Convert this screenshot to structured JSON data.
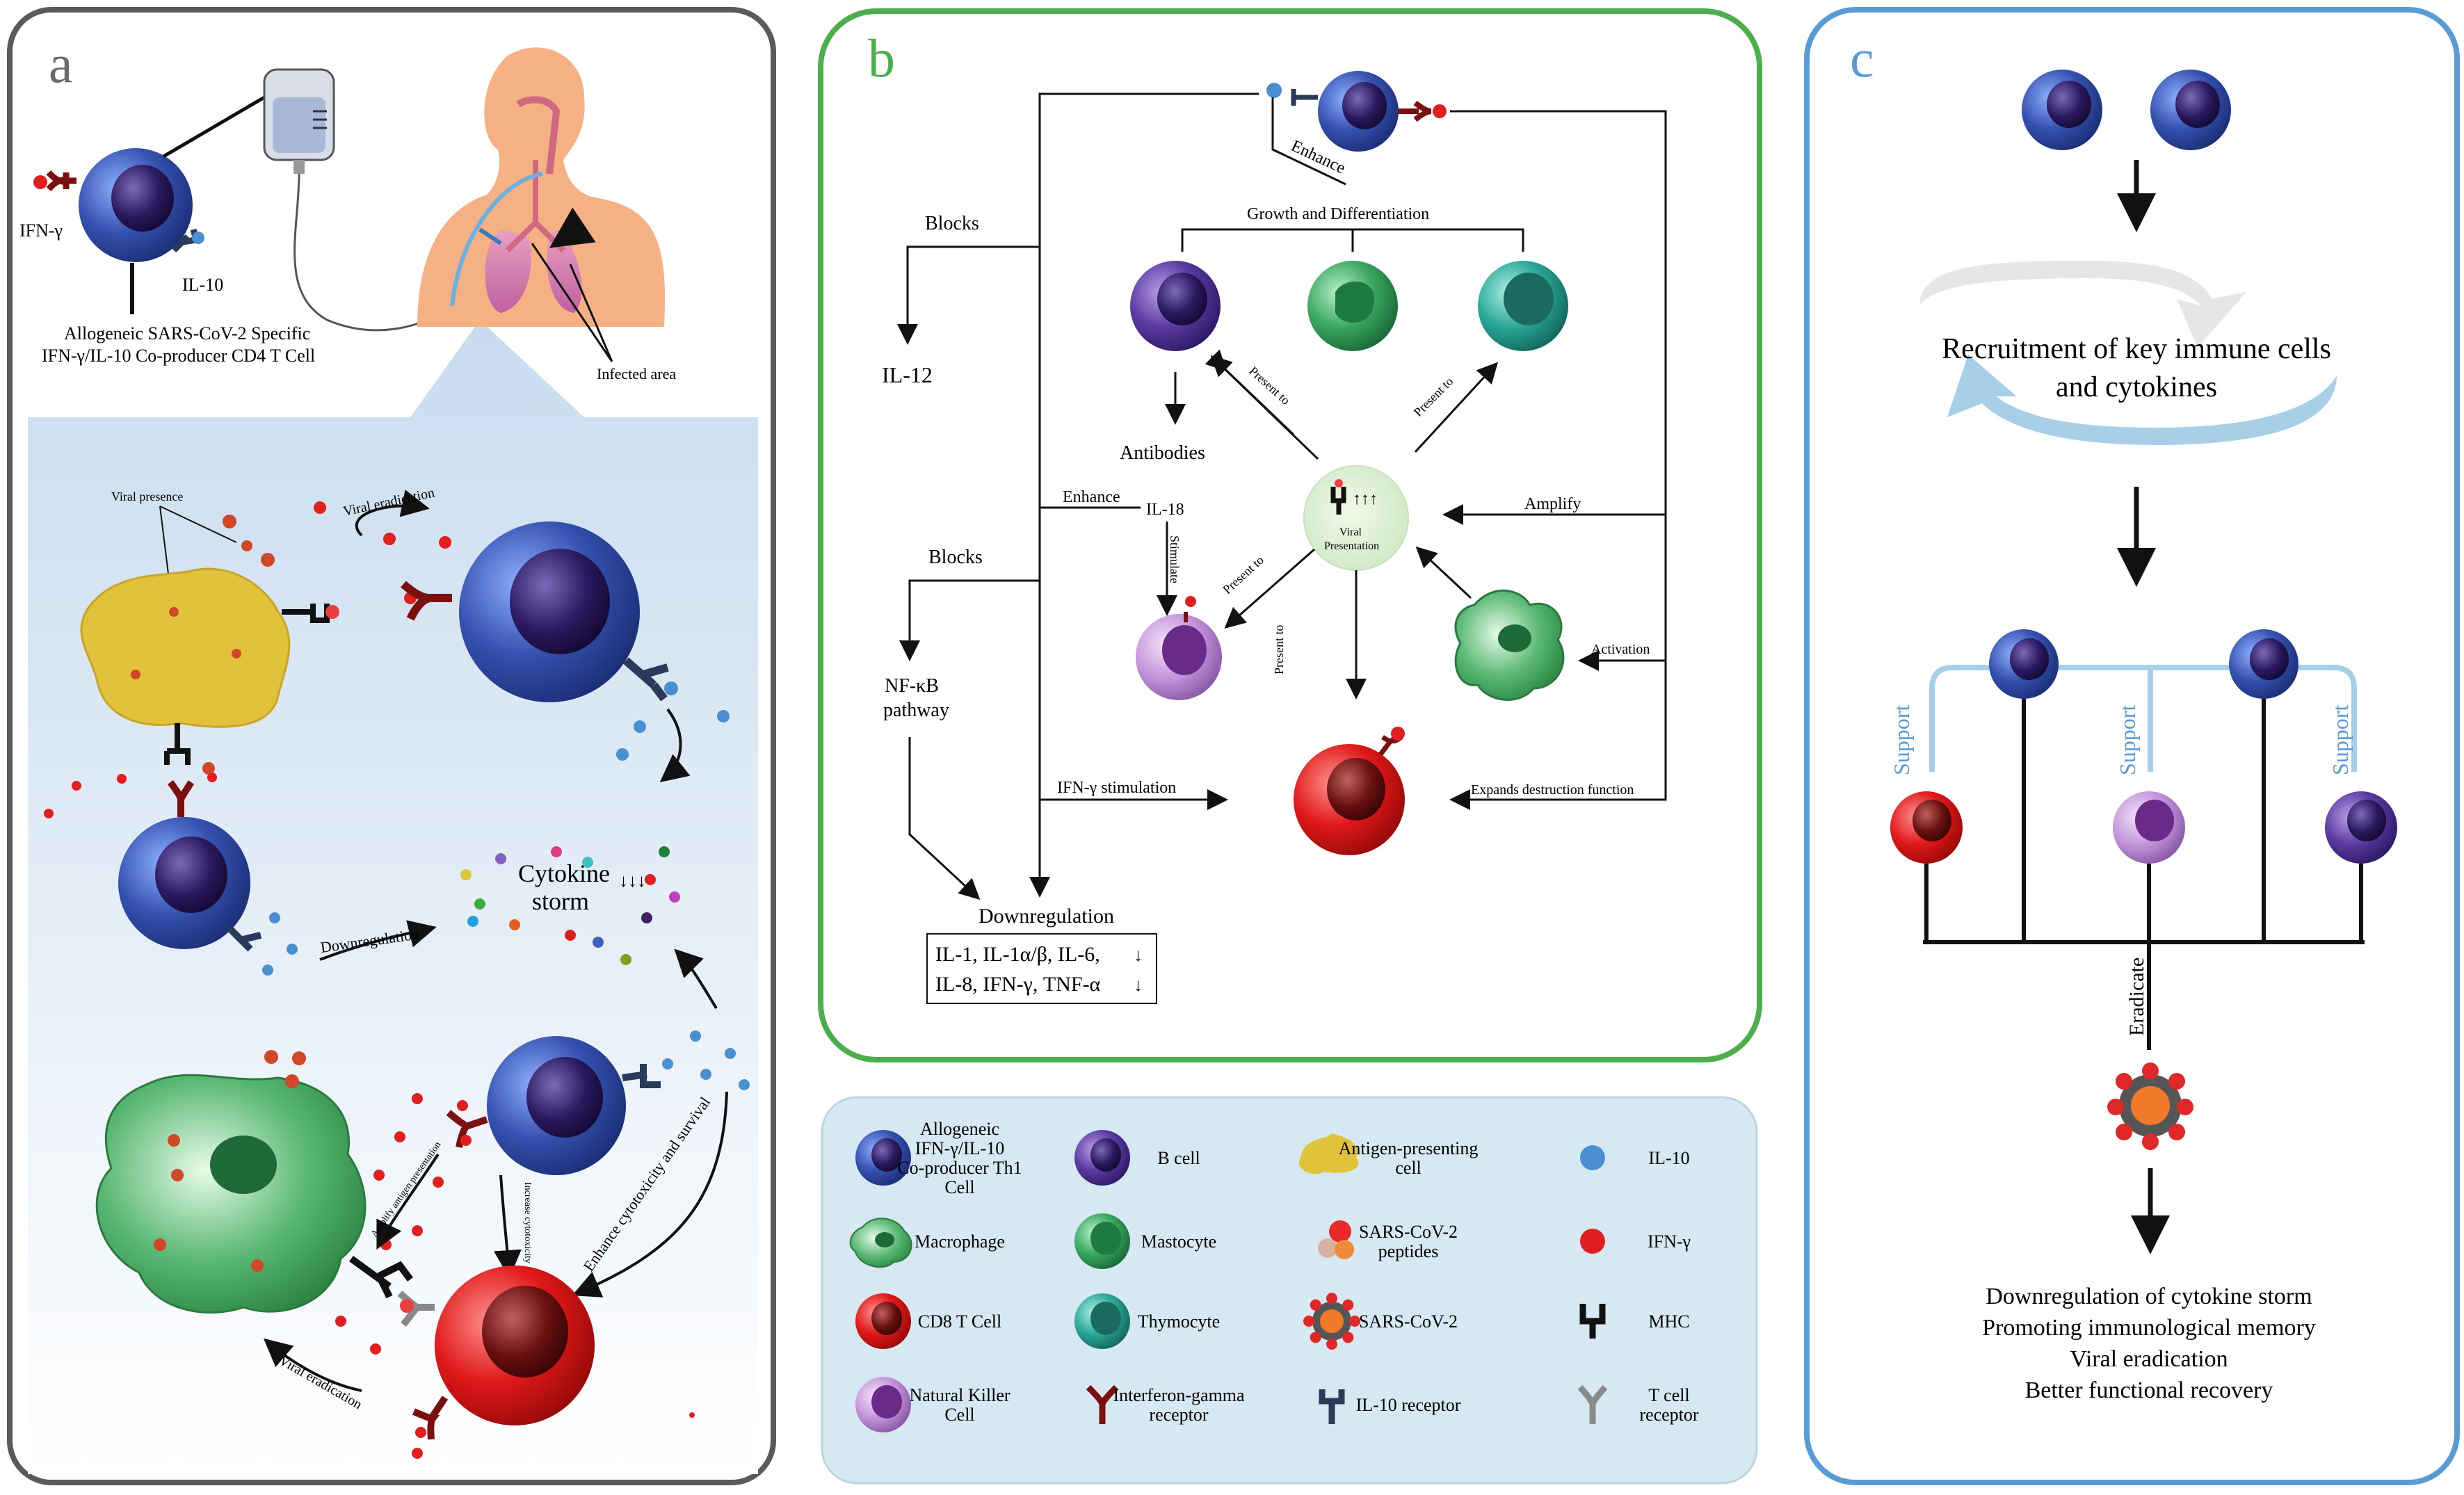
{
  "panels": {
    "a": {
      "letter": "a",
      "labels": {
        "ifng": "IFN-γ",
        "il10": "IL-10",
        "tcell_line1": "Allogeneic SARS-CoV-2 Specific",
        "tcell_line2": "IFN-γ/IL-10  Co-producer CD4 T Cell",
        "infected_area": "Infected area",
        "viral_presence": "Viral presence",
        "viral_eradication_top": "Viral eradication",
        "cytokine_line1": "Cytokine",
        "cytokine_line2": "storm",
        "downregulation": "Downregulation",
        "enhance_cytotoxicity": "Enhance cytotoxicity and survival",
        "amplify_antigen": "Amplify antigen presentation",
        "increase_cytotoxicity": "Increase cytotoxicity",
        "viral_eradication_bottom": "Viral eradication"
      }
    },
    "b": {
      "letter": "b",
      "labels": {
        "enhance_top": "Enhance",
        "growth": "Growth and Differentiation",
        "blocks_top": "Blocks",
        "il12": "IL-12",
        "antibodies": "Antibodies",
        "present_to_1": "Present to",
        "present_to_2": "Present to",
        "present_to_3": "Present to",
        "present_to_4": "Present to",
        "enhance_mid": "Enhance",
        "il18": "IL-18",
        "stimulate": "Stimulate",
        "viral_presentation_1": "Viral",
        "viral_presentation_2": "Presentation",
        "amplify": "Amplify",
        "blocks_mid": "Blocks",
        "activation": "Activation",
        "nfkb_1": "NF-κB",
        "nfkb_2": "pathway",
        "ifng_stim": "IFN-γ stimulation",
        "expands": "Expands destruction function",
        "downregulation": "Downregulation",
        "cyto_line1": "IL-1, IL-1α/β, IL-6,",
        "cyto_line2": "IL-8, IFN-γ, TNF-α"
      }
    },
    "c": {
      "letter": "c",
      "labels": {
        "recruit_line1": "Recruitment of key immune cells",
        "recruit_line2": "and cytokines",
        "support_1": "Support",
        "support_2": "Support",
        "support_3": "Support",
        "eradicate": "Eradicate",
        "out_1": "Downregulation of cytokine storm",
        "out_2": "Promoting immunological memory",
        "out_3": "Viral eradication",
        "out_4": "Better functional recovery"
      }
    }
  },
  "legend": [
    {
      "icon": "th1-cell-icon",
      "lines": [
        "Allogeneic",
        "IFN-γ/IL-10",
        "Co-producer Th1",
        "Cell"
      ]
    },
    {
      "icon": "b-cell-icon",
      "lines": [
        "B cell"
      ]
    },
    {
      "icon": "apc-icon",
      "lines": [
        "Antigen-presenting",
        "cell"
      ]
    },
    {
      "icon": "il10-dot-icon",
      "lines": [
        "IL-10"
      ]
    },
    {
      "icon": "macrophage-icon",
      "lines": [
        "Macrophage"
      ]
    },
    {
      "icon": "mastocyte-icon",
      "lines": [
        "Mastocyte"
      ]
    },
    {
      "icon": "peptides-icon",
      "lines": [
        "SARS-CoV-2",
        "peptides"
      ]
    },
    {
      "icon": "ifng-dot-icon",
      "lines": [
        "IFN-γ"
      ]
    },
    {
      "icon": "cd8-cell-icon",
      "lines": [
        "CD8 T Cell"
      ]
    },
    {
      "icon": "thymocyte-icon",
      "lines": [
        "Thymocyte"
      ]
    },
    {
      "icon": "virus-icon",
      "lines": [
        "SARS-CoV-2"
      ]
    },
    {
      "icon": "mhc-icon",
      "lines": [
        "MHC"
      ]
    },
    {
      "icon": "nk-cell-icon",
      "lines": [
        "Natural Killer",
        "Cell"
      ]
    },
    {
      "icon": "ifng-receptor-icon",
      "lines": [
        "Interferon-gamma",
        "receptor"
      ]
    },
    {
      "icon": "il10-receptor-icon",
      "lines": [
        "IL-10 receptor"
      ]
    },
    {
      "icon": "tcr-icon",
      "lines": [
        "T cell",
        "receptor"
      ]
    }
  ],
  "colors": {
    "panel_a_border": "#5a5a5a",
    "panel_b_border": "#4cae4c",
    "panel_c_border": "#5b9bd5",
    "legend_bg": "#d6e9f3",
    "th1_blue": "#2f4fa8",
    "nucleus": "#2a1a55",
    "ifng_red": "#e02020",
    "il10_blue": "#4a90d0",
    "apc_yellow": "#e0c040",
    "macrophage_green": "#3c9a5a",
    "cd8_red": "#d82020",
    "b_cell_purple": "#5a3a9a",
    "nk_violet": "#b07ac8",
    "thymocyte_teal": "#2aa898",
    "support_blue": "#8fbfe0"
  }
}
